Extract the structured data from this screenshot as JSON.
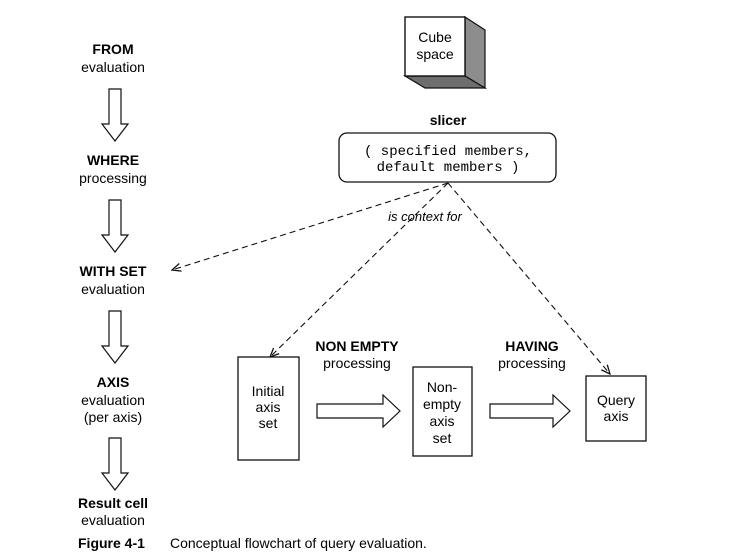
{
  "steps": {
    "from": {
      "title": "FROM",
      "subtitle": "evaluation"
    },
    "where": {
      "title": "WHERE",
      "subtitle": "processing"
    },
    "with_set": {
      "title": "WITH SET",
      "subtitle": "evaluation"
    },
    "axis": {
      "title": "AXIS",
      "subtitle": "evaluation",
      "note": "(per axis)"
    },
    "result": {
      "title": "Result cell",
      "subtitle": "evaluation"
    }
  },
  "cube": {
    "line1": "Cube",
    "line2": "space"
  },
  "slicer": {
    "label": "slicer",
    "line1": "( specified members,",
    "line2": "default members )"
  },
  "context_label": "is context for",
  "axis_flow": {
    "initial": [
      "Initial",
      "axis",
      "set"
    ],
    "non_empty": {
      "title": "NON EMPTY",
      "subtitle": "processing"
    },
    "nonempty_set": [
      "Non-",
      "empty",
      "axis",
      "set"
    ],
    "having": {
      "title": "HAVING",
      "subtitle": "processing"
    },
    "query": [
      "Query",
      "axis"
    ]
  },
  "caption": {
    "label": "Figure 4-1",
    "text": "Conceptual flowchart of query evaluation."
  }
}
